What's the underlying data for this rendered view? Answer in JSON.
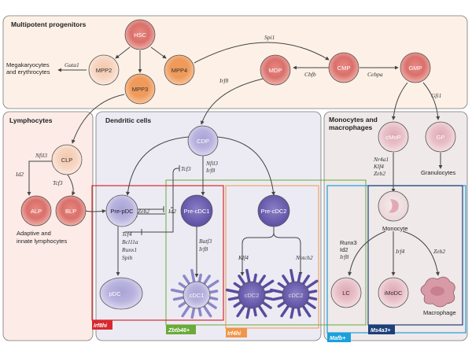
{
  "panels": {
    "multipotent": "Multipotent progenitors",
    "lymphocytes": "Lymphocytes",
    "dendritic": "Dendritic cells",
    "monocytes_1": "Monocytes and",
    "monocytes_2": "macrophages"
  },
  "cells": {
    "hsc": "HSC",
    "mpp2": "MPP2",
    "mpp3": "MPP3",
    "mpp4": "MPP4",
    "mdp": "MDP",
    "cmp": "CMP",
    "gmp": "GMP",
    "clp": "CLP",
    "alp": "ALP",
    "blp": "BLP",
    "cdp": "CDP",
    "pre_pdc": "Pre-pDC",
    "pre_cdc1": "Pre-cDC1",
    "pre_cdc2": "Pre-cDC2",
    "pdc": "pDC",
    "cdc1": "cDC1",
    "cdc2a": "cDC2",
    "cdc2b": "cDC2",
    "cmop": "cMoP",
    "gp": "GP",
    "monocyte": "Monocyte",
    "lc": "LC",
    "imodc": "iMoDC",
    "macrophage": "Macrophage"
  },
  "outcomes": {
    "mega_1": "Megakaryocytes",
    "mega_2": "and erythrocytes",
    "adaptive_1": "Adaptive and",
    "adaptive_2": "innate lymphocytes",
    "granulocytes": "Granulocytes"
  },
  "genes": {
    "gata1": "Gata1",
    "spi1": "Spi1",
    "cbfb": "Cbfb",
    "cebpa": "Cebpa",
    "irf8_mdp": "Irf8",
    "gfi1": "Gfi1",
    "nfil3_clp": "Nfil3",
    "id2_clp": "Id2",
    "tcf3_clp": "Tcf3",
    "tcf3_dc": "Tcf3",
    "nfil3_cdp": "Nfil3",
    "irf8_cdp": "Irf8",
    "zeb2_dc": "Zeb2",
    "id2_dc": "Id2",
    "pdc_genes": [
      "Tcf4",
      "Bcl11a",
      "Runx1",
      "Spib"
    ],
    "batf3": "Batf3",
    "irf8_cdc1": "Irf8",
    "klf4_cdc2": "Klf4",
    "notch2": "Notch2",
    "cmop_genes": [
      "Nr4a1",
      "Klf4",
      "Zeb2"
    ],
    "lc_genes": [
      "Runx3",
      "Id2",
      "Irf8"
    ],
    "irf4_mono": "Irf4",
    "zeb2_mono": "Zeb2"
  },
  "boxes": {
    "irf8": {
      "label": "Irf8hi",
      "color": "#d7282f"
    },
    "zbtb46": {
      "label": "Zbtb46+",
      "color": "#6aaa3a"
    },
    "irf4": {
      "label": "Irf4hi",
      "color": "#f0964a"
    },
    "mafb": {
      "label": "Mafb+",
      "color": "#1aa0dc"
    },
    "ms4a3": {
      "label": "Ms4a3+",
      "color": "#1d3f7a"
    }
  },
  "colors": {
    "progenitor_red": "#dc7874",
    "orange": "#f0a060",
    "pale": "#f6d6c4",
    "dc_purple": "#b7b2da",
    "dc_dark": "#6e5fb0",
    "mono_pink": "#e6bcc4"
  }
}
